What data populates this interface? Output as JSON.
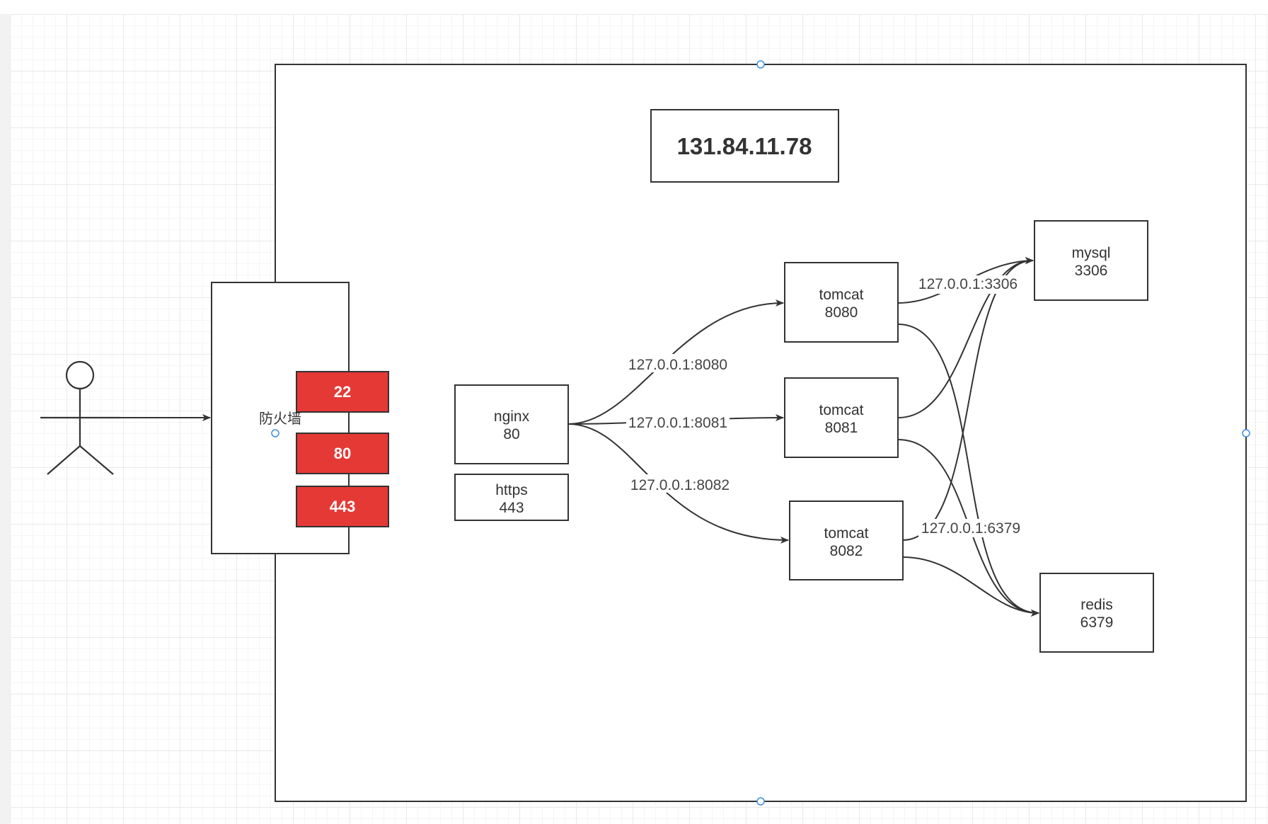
{
  "server": {
    "ip": "131.84.11.78"
  },
  "firewall": {
    "label": "防火墙",
    "ports": [
      "22",
      "80",
      "443"
    ],
    "port_color": "#e53935"
  },
  "nginx": {
    "name": "nginx",
    "port": "80"
  },
  "https": {
    "name": "https",
    "port": "443"
  },
  "tomcats": [
    {
      "name": "tomcat",
      "port": "8080"
    },
    {
      "name": "tomcat",
      "port": "8081"
    },
    {
      "name": "tomcat",
      "port": "8082"
    }
  ],
  "mysql": {
    "name": "mysql",
    "port": "3306"
  },
  "redis": {
    "name": "redis",
    "port": "6379"
  },
  "edges": {
    "to_tomcat_8080": "127.0.0.1:8080",
    "to_tomcat_8081": "127.0.0.1:8081",
    "to_tomcat_8082": "127.0.0.1:8082",
    "to_mysql": "127.0.0.1:3306",
    "to_redis": "127.0.0.1:6379"
  },
  "colors": {
    "stroke": "#333333",
    "handle": "#3a8ee6"
  }
}
